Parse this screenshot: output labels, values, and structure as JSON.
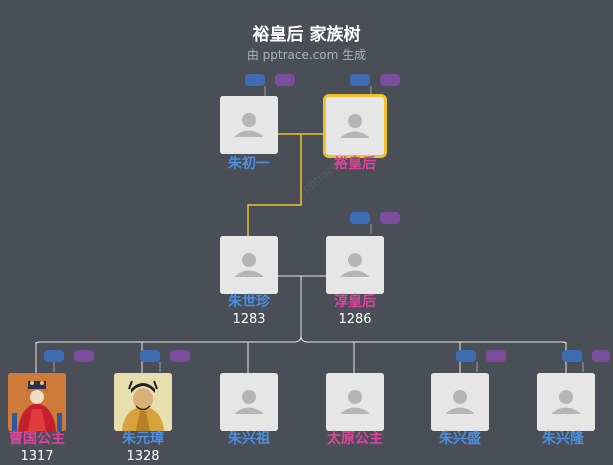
{
  "header": {
    "title": "裕皇后 家族树",
    "subtitle": "由 pptrace.com 生成",
    "watermark": "pptrace.com"
  },
  "colors": {
    "background": "#4a4f57",
    "male_name": "#4a8fe0",
    "female_name": "#e0449a",
    "highlight_line": "#f0c22e",
    "line": "#e6e6e6",
    "badge_blue": "#3e6db3",
    "badge_purple": "#7a4e9c"
  },
  "people": [
    {
      "id": "zhu-chuyi",
      "name": "朱初一",
      "gender": "male",
      "year": "",
      "photo": "placeholder",
      "selected": false
    },
    {
      "id": "yu-huanghou",
      "name": "裕皇后",
      "gender": "female",
      "year": "",
      "photo": "placeholder",
      "selected": true
    },
    {
      "id": "zhu-shizhen",
      "name": "朱世珍",
      "gender": "male",
      "year": "1283",
      "photo": "placeholder",
      "selected": false
    },
    {
      "id": "chun-huanghou",
      "name": "淳皇后",
      "gender": "female",
      "year": "1286",
      "photo": "placeholder",
      "selected": false
    },
    {
      "id": "caoguo-gongzhu",
      "name": "曹国公主",
      "gender": "female",
      "year": "1317",
      "photo": "portrait-female",
      "selected": false
    },
    {
      "id": "zhu-yuanzhang",
      "name": "朱元璋",
      "gender": "male",
      "year": "1328",
      "photo": "portrait-male",
      "selected": false
    },
    {
      "id": "zhu-xingzu",
      "name": "朱兴祖",
      "gender": "male",
      "year": "",
      "photo": "placeholder",
      "selected": false
    },
    {
      "id": "taiyuan-gongzhu",
      "name": "太原公主",
      "gender": "female",
      "year": "",
      "photo": "placeholder",
      "selected": false
    },
    {
      "id": "zhu-xingsheng",
      "name": "朱兴盛",
      "gender": "male",
      "year": "",
      "photo": "placeholder",
      "selected": false
    },
    {
      "id": "zhu-xinglong",
      "name": "朱兴隆",
      "gender": "male",
      "year": "",
      "photo": "placeholder",
      "selected": false
    }
  ]
}
